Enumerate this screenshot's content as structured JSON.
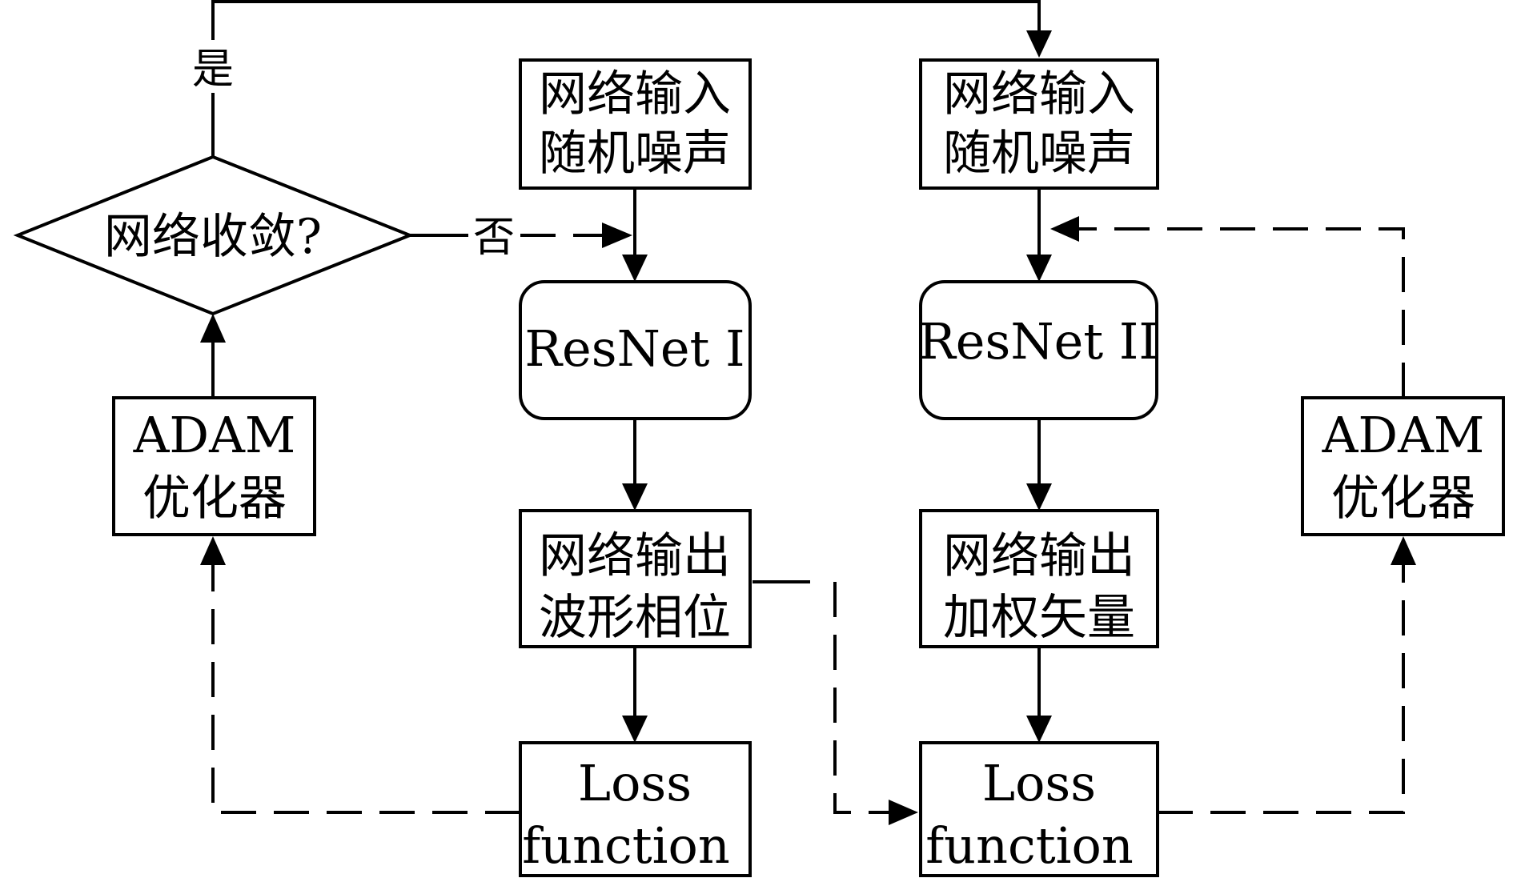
{
  "decision": {
    "text": "网络收敛?",
    "yes_label": "是",
    "no_label": "否"
  },
  "left_optimizer": {
    "line1": "ADAM",
    "line2": "优化器"
  },
  "right_optimizer": {
    "line1": "ADAM",
    "line2": "优化器"
  },
  "input1": {
    "line1": "网络输入",
    "line2": "随机噪声"
  },
  "input2": {
    "line1": "网络输入",
    "line2": "随机噪声"
  },
  "resnet1": {
    "label": "ResNet I"
  },
  "resnet2": {
    "label": "ResNet II"
  },
  "output1": {
    "line1": "网络输出",
    "line2": "波形相位"
  },
  "output2": {
    "line1": "网络输出",
    "line2": "加权矢量"
  },
  "loss1": {
    "line1": "Loss",
    "line2": "function"
  },
  "loss2": {
    "line1": "Loss",
    "line2": "function"
  }
}
